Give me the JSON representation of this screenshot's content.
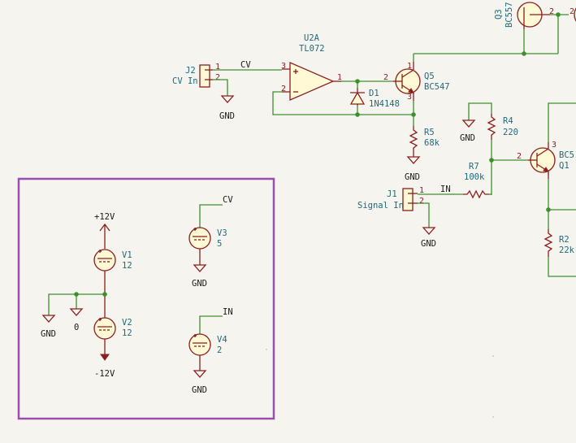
{
  "components": {
    "u2a": {
      "ref": "U2A",
      "value": "TL072",
      "pin_in_plus": "3",
      "pin_in_minus": "2",
      "pin_out": "1"
    },
    "j2": {
      "ref": "J2",
      "value": "CV In",
      "pin1": "1",
      "pin2": "2"
    },
    "q5": {
      "ref": "Q5",
      "value": "BC547",
      "pin_b": "2",
      "pin_c": "1",
      "pin_e": "3"
    },
    "d1": {
      "ref": "D1",
      "value": "1N4148"
    },
    "r5": {
      "ref": "R5",
      "value": "68k"
    },
    "r4": {
      "ref": "R4",
      "value": "220"
    },
    "r7": {
      "ref": "R7",
      "value": "100k"
    },
    "r2": {
      "ref": "R2",
      "value": "22k"
    },
    "q1": {
      "ref": "Q1",
      "value": "BC5",
      "pin_b": "2",
      "pin_c": "3"
    },
    "q3": {
      "ref": "Q3",
      "value": "BC557",
      "pin_a": "2",
      "pin_b": "2"
    },
    "j1": {
      "ref": "J1",
      "value": "Signal In",
      "pin1": "1",
      "pin2": "2"
    },
    "v1": {
      "ref": "V1",
      "value": "12"
    },
    "v2": {
      "ref": "V2",
      "value": "12"
    },
    "v3": {
      "ref": "V3",
      "value": "5"
    },
    "v4": {
      "ref": "V4",
      "value": "2"
    }
  },
  "nets": {
    "cv_top": "CV",
    "in_top": "IN",
    "cv_box": "CV",
    "in_box": "IN",
    "plus12": "+12V",
    "minus12": "-12V",
    "zero": "0"
  },
  "gnd_labels": {
    "j2": "GND",
    "r4": "GND",
    "r5": "GND",
    "j1": "GND",
    "v3": "GND",
    "v4": "GND",
    "left": "GND"
  },
  "colors": {
    "wire": "#3e8f2e",
    "symbol": "#8c1e1e",
    "symbol_fill": "#fff9d6",
    "reference": "#1f6b7a",
    "frame": "#9a4fae",
    "background": "#f5f4ef"
  }
}
